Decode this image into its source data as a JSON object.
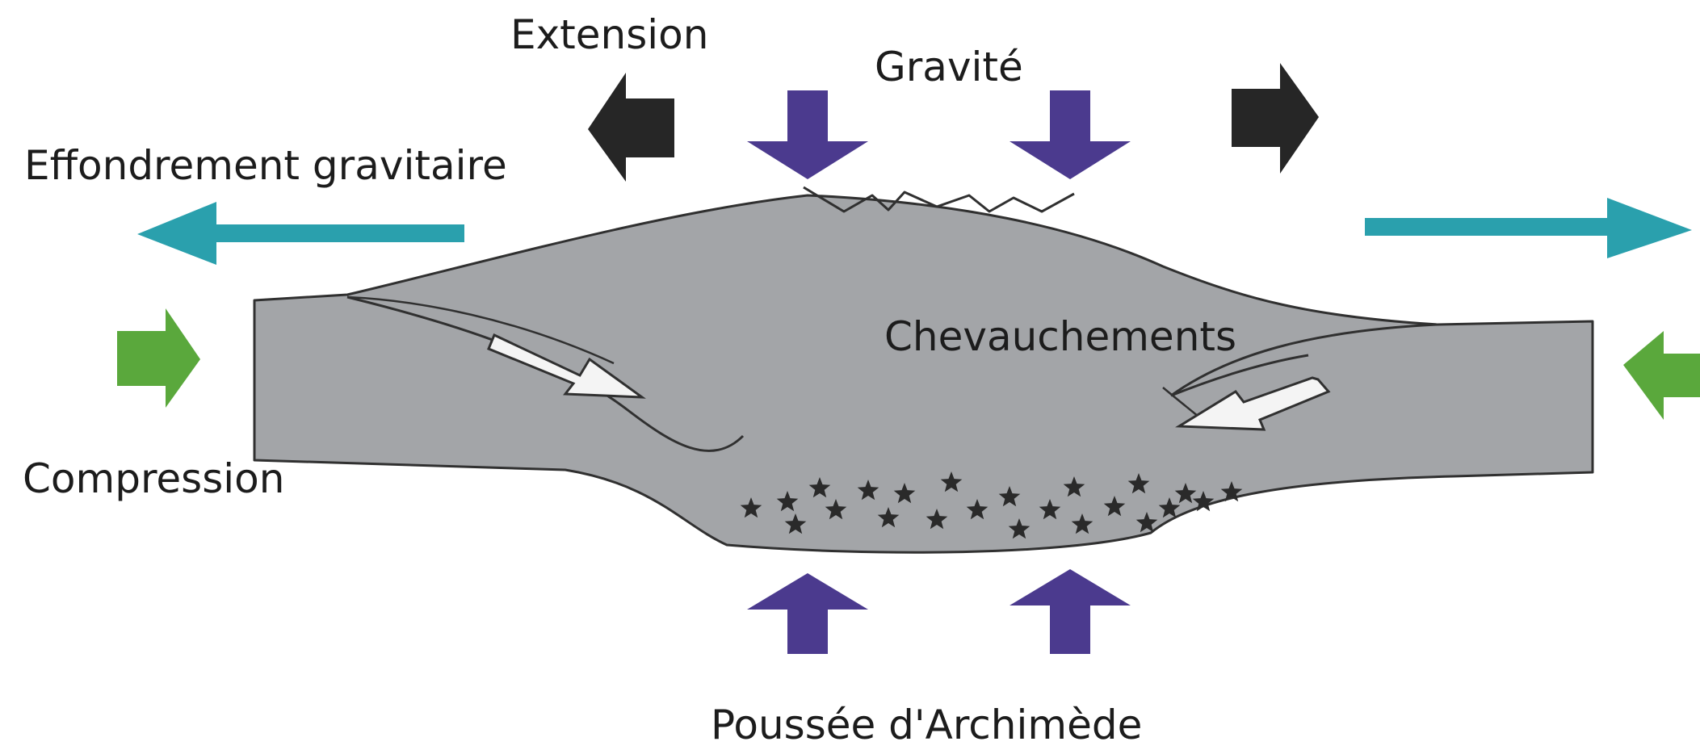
{
  "labels": {
    "extension": "Extension",
    "gravite": "Gravité",
    "effondrement": "Effondrement gravitaire",
    "chevauchements": "Chevauchements",
    "compression": "Compression",
    "poussee": "Poussée d'Archimède"
  },
  "colors": {
    "crust": "#a3a5a8",
    "crust_outline": "#303030",
    "gravity_arrow": "#4b3a8e",
    "buoyancy_arrow": "#4b3a8e",
    "extension_arrow": "#262626",
    "collapse_arrow": "#2aa0ad",
    "compression_arrow": "#5aa83c",
    "thrust_arrow": "#f4f4f4",
    "stars": "#2a2a2a"
  },
  "icons": {
    "gravity": "arrow-down-icon",
    "buoyancy": "arrow-up-icon",
    "extension": "arrow-horizontal-icon",
    "collapse": "long-arrow-icon",
    "compression": "arrow-horizontal-icon",
    "thrust": "slip-arrow-icon",
    "melt": "star-icon"
  }
}
